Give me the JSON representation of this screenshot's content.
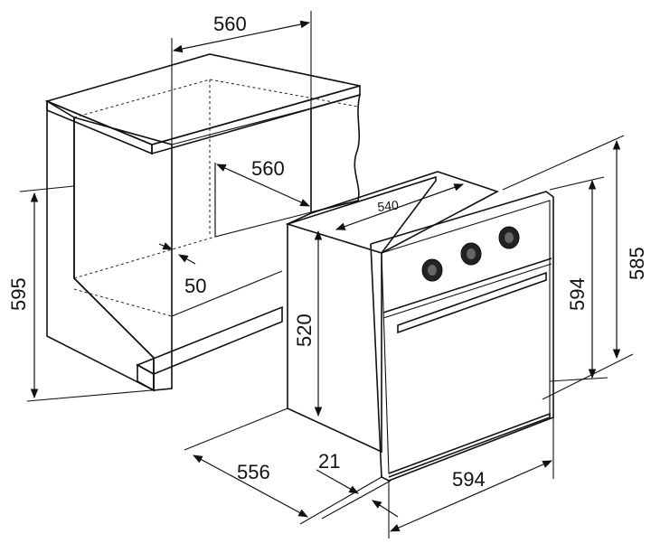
{
  "colors": {
    "cabinet_fill": "#a9a9a9",
    "line": "#111111",
    "background": "#ffffff",
    "knob_dark": "#222222"
  },
  "cabinet_dimensions": {
    "top_width": "560",
    "inner_width": "560",
    "height": "595",
    "gap": "50"
  },
  "oven_dimensions": {
    "top_depth": "540",
    "body_height": "520",
    "front_height": "594",
    "total_height": "585",
    "depth": "556",
    "front_thickness": "21",
    "front_width": "594"
  },
  "icons": [
    "control-knob-icon",
    "control-knob-icon",
    "control-knob-icon",
    "door-handle-icon"
  ]
}
